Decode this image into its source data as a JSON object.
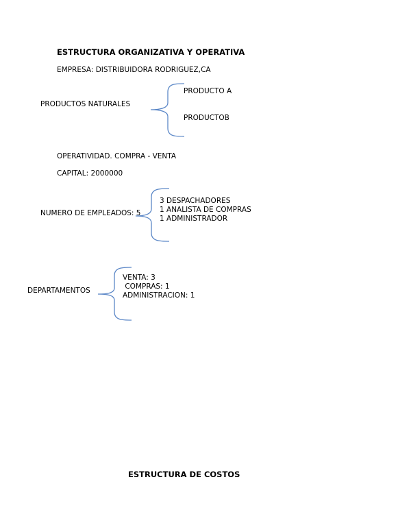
{
  "title": "ESTRUCTURA ORGANIZATIVA Y OPERATIVA",
  "empresa": "EMPRESA: DISTRIBUIDORA RODRIGUEZ,CA",
  "productos": {
    "label": "PRODUCTOS NATURALES",
    "items": [
      "PRODUCTO A",
      "PRODUCTOB"
    ]
  },
  "operatividad": "OPERATIVIDAD. COMPRA - VENTA",
  "capital": "CAPITAL: 2000000",
  "empleados": {
    "label": "NUMERO DE EMPLEADOS: 5",
    "items": [
      "3 DESPACHADORES",
      "1 ANALISTA DE COMPRAS",
      "1 ADMINISTRADOR"
    ]
  },
  "departamentos": {
    "label": "DEPARTAMENTOS",
    "items": [
      "VENTA: 3",
      " COMPRAS: 1",
      "ADMINISTRACION: 1"
    ]
  },
  "costos_title": "ESTRUCTURA DE COSTOS",
  "colors": {
    "brace": "#5b87c7",
    "text": "#000000",
    "background": "#ffffff"
  }
}
